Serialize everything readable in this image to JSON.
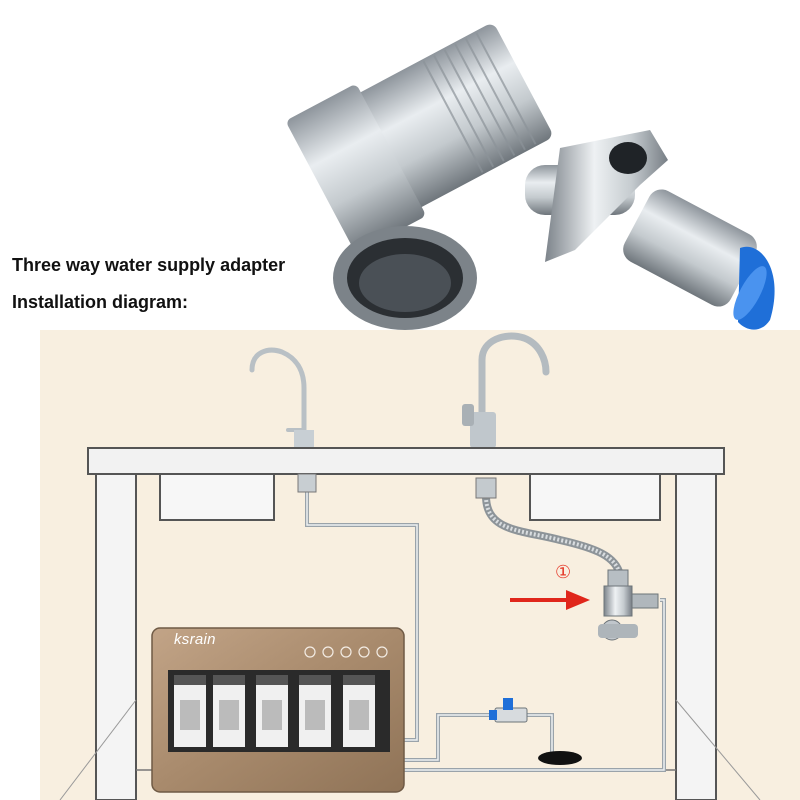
{
  "captions": {
    "title": "Three way water supply adapter",
    "subtitle": "Installation diagram:"
  },
  "purifier": {
    "brand": "ksrain"
  },
  "callout": {
    "number": "①"
  },
  "colors": {
    "wall": "#f8efe0",
    "pipe": "#9aa3aa",
    "arrow": "#e0261b",
    "purifier_body": "#a98a6a",
    "fitting_blue": "#1f6fd8"
  }
}
